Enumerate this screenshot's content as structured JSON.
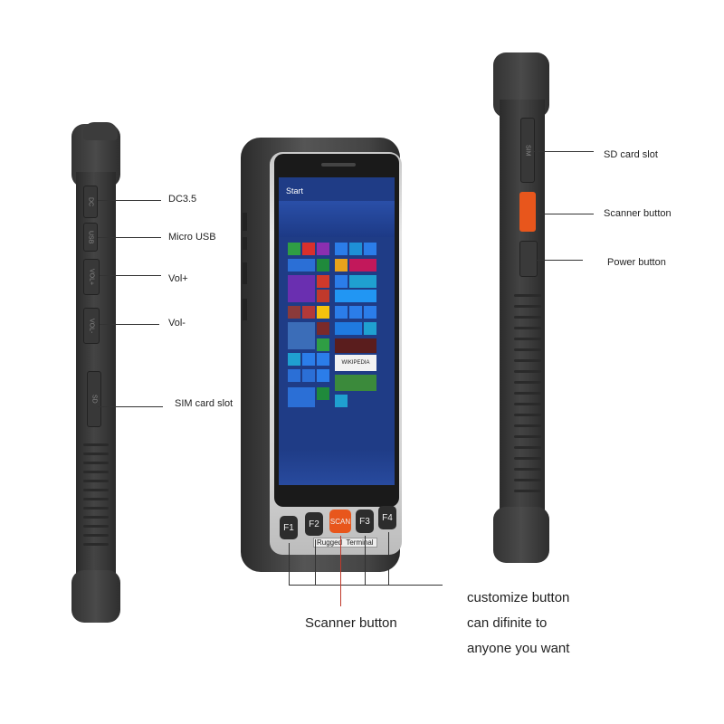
{
  "left_device": {
    "labels": {
      "dc": "DC3.5",
      "micro_usb": "Micro USB",
      "vol_plus": "Vol+",
      "vol_minus": "Vol-",
      "sim": "SIM card slot"
    },
    "port_marks": {
      "dc": "DC",
      "usb": "USB",
      "vol_plus": "VOL+",
      "vol_minus": "VOL-",
      "sd": "SD"
    }
  },
  "right_device": {
    "labels": {
      "sd": "SD card slot",
      "scanner": "Scanner button",
      "power": "Power button"
    },
    "port_marks": {
      "sim": "SIM"
    }
  },
  "front_device": {
    "screen_title": "Start",
    "keys": {
      "f1": "F1",
      "f2": "F2",
      "scan": "SCAN",
      "f3": "F3",
      "f4": "F4"
    },
    "brand": "Rugged  Terminal",
    "tile_labels": {
      "wikipedia": "WIKIPEDIA"
    }
  },
  "captions": {
    "scanner": "Scanner button",
    "customize_line1": "customize button",
    "customize_line2": "can difinite to",
    "customize_line3": "anyone you want"
  },
  "colors": {
    "accent_orange": "#e8561c",
    "screen_blue": "#1f3c86",
    "rubber_dark": "#333333"
  }
}
